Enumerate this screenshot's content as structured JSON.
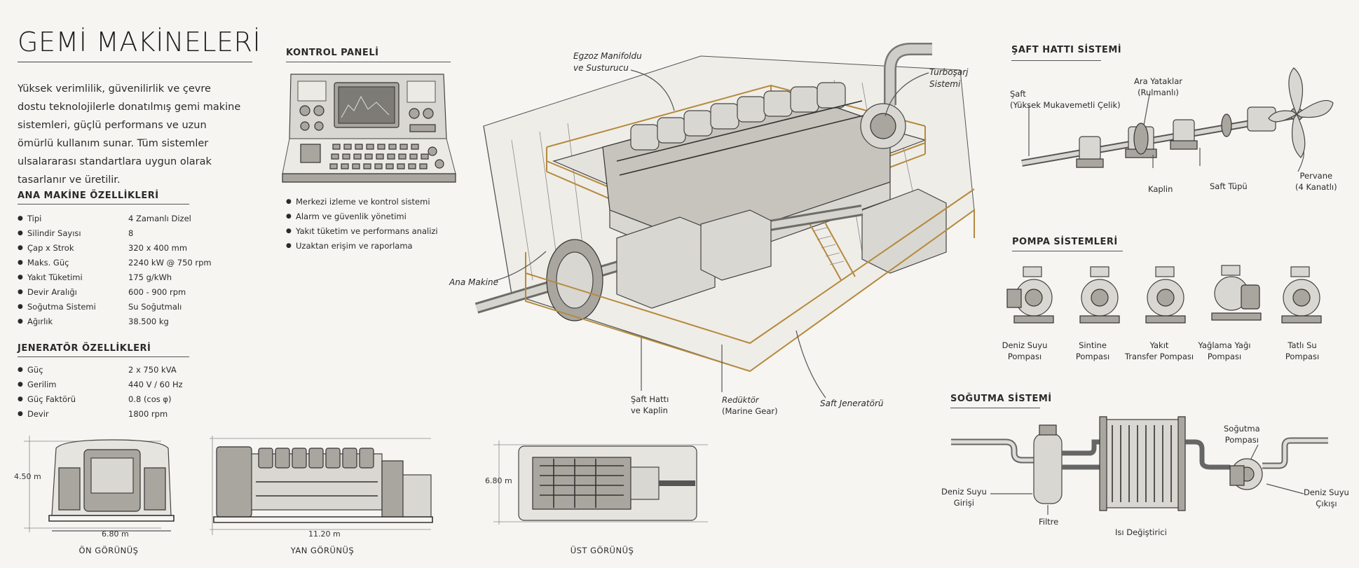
{
  "title": "GEMİ MAKİNELERİ",
  "intro": "Yüksek verimlilik, güvenilirlik ve çevre dostu teknolojilerle donatılmış gemi makine sistemleri, güçlü performans ve uzun ömürlü kullanım sunar. Tüm sistemler ulsalararası standartlara uygun olarak tasarlanır ve üretilir.",
  "main_engine": {
    "heading": "ANA MAKİNE ÖZELLİKLERİ",
    "rows": [
      {
        "k": "Tipi",
        "v": "4 Zamanlı Dizel"
      },
      {
        "k": "Silindir Sayısı",
        "v": "8"
      },
      {
        "k": "Çap x Strok",
        "v": "320 x 400 mm"
      },
      {
        "k": "Maks. Güç",
        "v": "2240 kW @ 750 rpm"
      },
      {
        "k": "Yakıt Tüketimi",
        "v": "175 g/kWh"
      },
      {
        "k": "Devir Aralığı",
        "v": "600 - 900 rpm"
      },
      {
        "k": "Soğutma Sistemi",
        "v": "Su Soğutmalı"
      },
      {
        "k": "Ağırlık",
        "v": "38.500 kg"
      }
    ]
  },
  "generator": {
    "heading": "JENERATÖR ÖZELLİKLERİ",
    "rows": [
      {
        "k": "Güç",
        "v": "2 x 750 kVA"
      },
      {
        "k": "Gerilim",
        "v": "440 V / 60 Hz"
      },
      {
        "k": "Güç Faktörü",
        "v": "0.8 (cos φ)"
      },
      {
        "k": "Devir",
        "v": "1800 rpm"
      }
    ]
  },
  "control_panel": {
    "heading": "KONTROL PANELİ",
    "items": [
      "Merkezi izleme ve kontrol sistemi",
      "Alarm ve güvenlik yönetimi",
      "Yakıt tüketim ve performans analizi",
      "Uzaktan erişim ve raporlama"
    ]
  },
  "engine_labels": {
    "exhaust": [
      "Egzoz Manifoldu",
      "ve Susturucu"
    ],
    "turbo": [
      "Turboşarj",
      "Sistemi"
    ],
    "main": "Ana Makine",
    "shaft": [
      "Şaft Hattı",
      "ve Kaplin"
    ],
    "reducer": [
      "Redüktör",
      "(Marine Gear)"
    ],
    "shaft_gen": "Saft Jeneratörü"
  },
  "views": {
    "front": {
      "caption": "ÖN GÖRÜNÜŞ",
      "height": "4.50 m",
      "width": "6.80 m"
    },
    "side": {
      "caption": "YAN GÖRÜNÜŞ",
      "width": "11.20 m"
    },
    "top": {
      "caption": "ÜST GÖRÜNÜŞ",
      "height": "6.80 m"
    }
  },
  "shaft_system": {
    "heading": "ŞAFT HATTI SİSTEMİ",
    "shaft": [
      "Şaft",
      "(Yüksek Mukavemetli Çelik)"
    ],
    "bearings": [
      "Ara Yataklar",
      "(Rulmanlı)"
    ],
    "coupling": "Kaplin",
    "tube": "Saft Tüpü",
    "propeller": [
      "Pervane",
      "(4 Kanatlı)"
    ]
  },
  "pump_systems": {
    "heading": "POMPA SİSTEMLERİ",
    "pumps": [
      [
        "Deniz Suyu",
        "Pompası"
      ],
      [
        "Sintine",
        "Pompası"
      ],
      [
        "Yakıt",
        "Transfer Pompası"
      ],
      [
        "Yağlama Yağı",
        "Pompası"
      ],
      [
        "Tatlı Su",
        "Pompası"
      ]
    ]
  },
  "cooling_system": {
    "heading": "SOĞUTMA SİSTEMİ",
    "inlet": [
      "Deniz Suyu",
      "Girişi"
    ],
    "filter": "Filtre",
    "heat_exchanger": "Isı Değiştirici",
    "pump": [
      "Soğutma",
      "Pompası"
    ],
    "outlet": [
      "Deniz Suyu",
      "Çıkışı"
    ]
  },
  "colors": {
    "background": "#f6f5f2",
    "ink": "#2a2a2a",
    "rail": "#b48a3c"
  }
}
